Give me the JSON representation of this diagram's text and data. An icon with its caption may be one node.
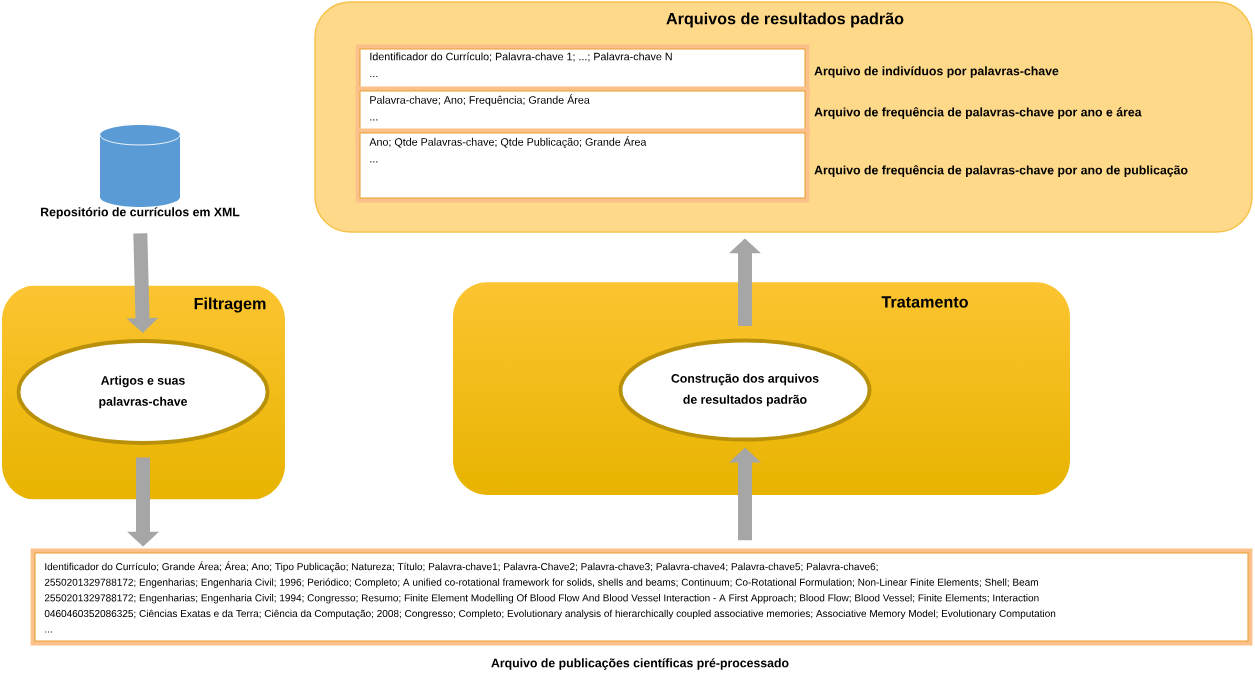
{
  "diagram": {
    "nodes": [
      {
        "text": [
          "Arquivos de resultados padrão"
        ]
      },
      {
        "text": [
          "Identificador do Currículo; Palavra-chave 1; ...; Palavra-chave N",
          "..."
        ],
        "beside": [
          "Arquivo de indivíduos por palavras-chave"
        ],
        "in": 0
      },
      {
        "text": [
          "Palavra-chave; Ano; Frequência; Grande Área",
          "..."
        ],
        "beside": [
          "Arquivo de frequência de palavras-chave por ano e área"
        ],
        "in": 0
      },
      {
        "text": [
          "Ano; Qtde Palavras-chave; Qtde Publicação; Grande Área",
          "..."
        ],
        "beside": [
          "Arquivo de frequência de  palavras-chave por ano de publicação"
        ],
        "in": 0
      },
      {
        "text": [
          "Repositório de currículos em XML"
        ]
      },
      {
        "text": [
          "Filtragem"
        ]
      },
      {
        "text": [
          "Artigos e suas palavras-chave"
        ],
        "in": 5
      },
      {
        "text": [
          "Tratamento"
        ]
      },
      {
        "text": [
          "Construção dos arquivos de resultados padrão"
        ],
        "in": 7
      },
      {
        "text": [
          "Identificador do Currículo; Grande Área; Área; Ano; Tipo Publicação; Natureza; Título; Palavra-chave1; Palavra-Chave2; Palavra-chave3; Palavra-chave4; Palavra-chave5; Palavra-chave6;",
          "2550201329788172; Engenharias; Engenharia Civil; 1996; Periódico; Completo; A unified co-rotational framework for solids, shells and beams; Continuum; Co-Rotational Formulation; Non-Linear Finite Elements; Shell; Beam",
          "2550201329788172; Engenharias; Engenharia Civil; 1994; Congresso; Resumo; Finite Element Modelling Of Blood Flow And Blood Vessel Interaction - A First Approach; Blood Flow; Blood Vessel; Finite Elements; Interaction",
          "0460460352086325; Ciências Exatas e da Terra; Ciência da Computação; 2008; Congresso; Completo; Evolutionary analysis of hierarchically coupled associative memories; Associative Memory Model; Evolutionary Computation",
          "..."
        ],
        "beside": [
          "Arquivo de publicações científicas pré-processado"
        ]
      }
    ],
    "edges": [
      {
        "from": 4,
        "to": 6,
        "arrow": "to"
      },
      {
        "from": 6,
        "to": 9,
        "arrow": "to"
      },
      {
        "from": 9,
        "to": 8,
        "arrow": "to"
      },
      {
        "from": 8,
        "to": 0,
        "arrow": "to"
      }
    ]
  }
}
